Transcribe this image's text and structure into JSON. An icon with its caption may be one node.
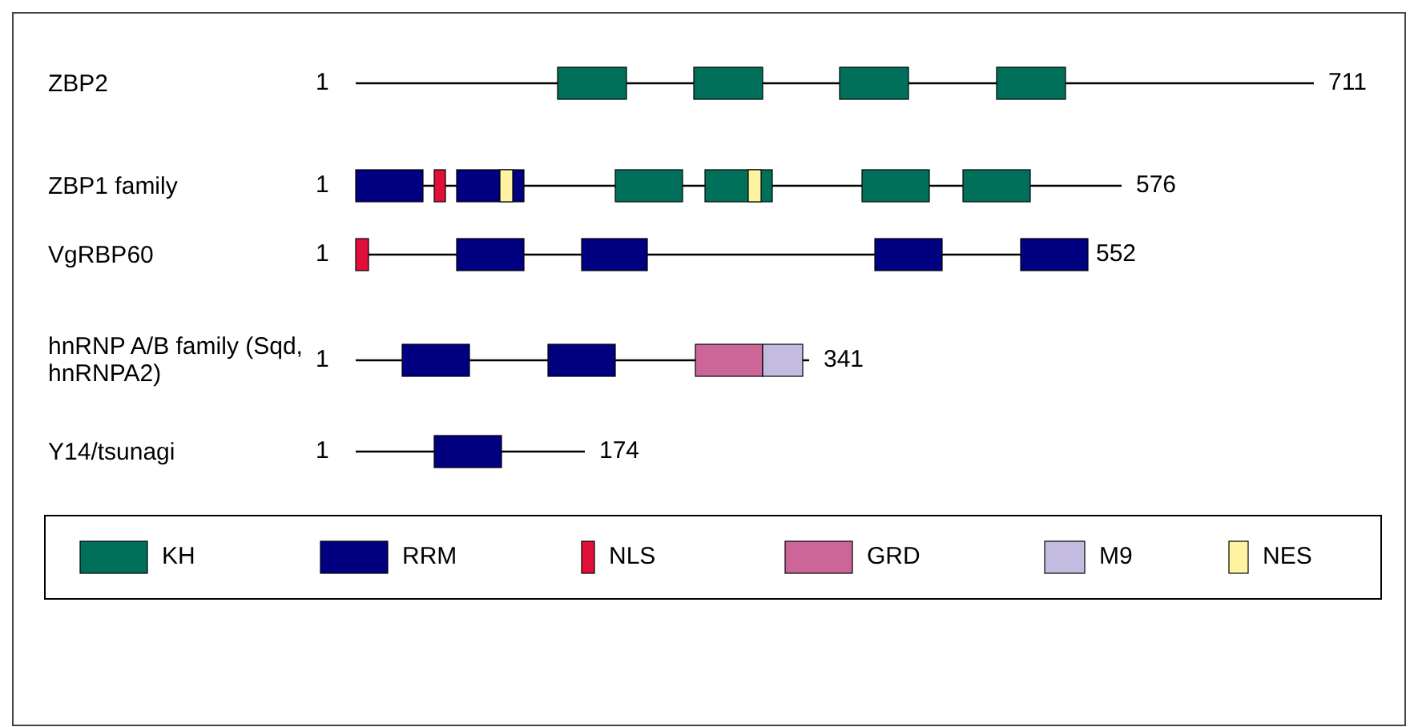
{
  "diagram": {
    "labels": [
      "ZBP2",
      "1",
      "711",
      "ZBP1 family",
      "1",
      "576",
      "VgRBP60",
      "1",
      "552",
      "hnRNP A/B family (Sqd, hnRNPA2)",
      "1",
      "341",
      "Y14/tsunagi",
      "1",
      "174"
    ],
    "legend": [
      {
        "text": "KH",
        "color": "#00705a"
      },
      {
        "text": "RRM",
        "color": "#000080"
      },
      {
        "text": "NLS",
        "color": "#e0103a"
      },
      {
        "text": "GRD",
        "color": "#cc6699"
      },
      {
        "text": "M9",
        "color": "#c4bce0"
      },
      {
        "text": "NES",
        "color": "#fff2a0"
      }
    ]
  }
}
